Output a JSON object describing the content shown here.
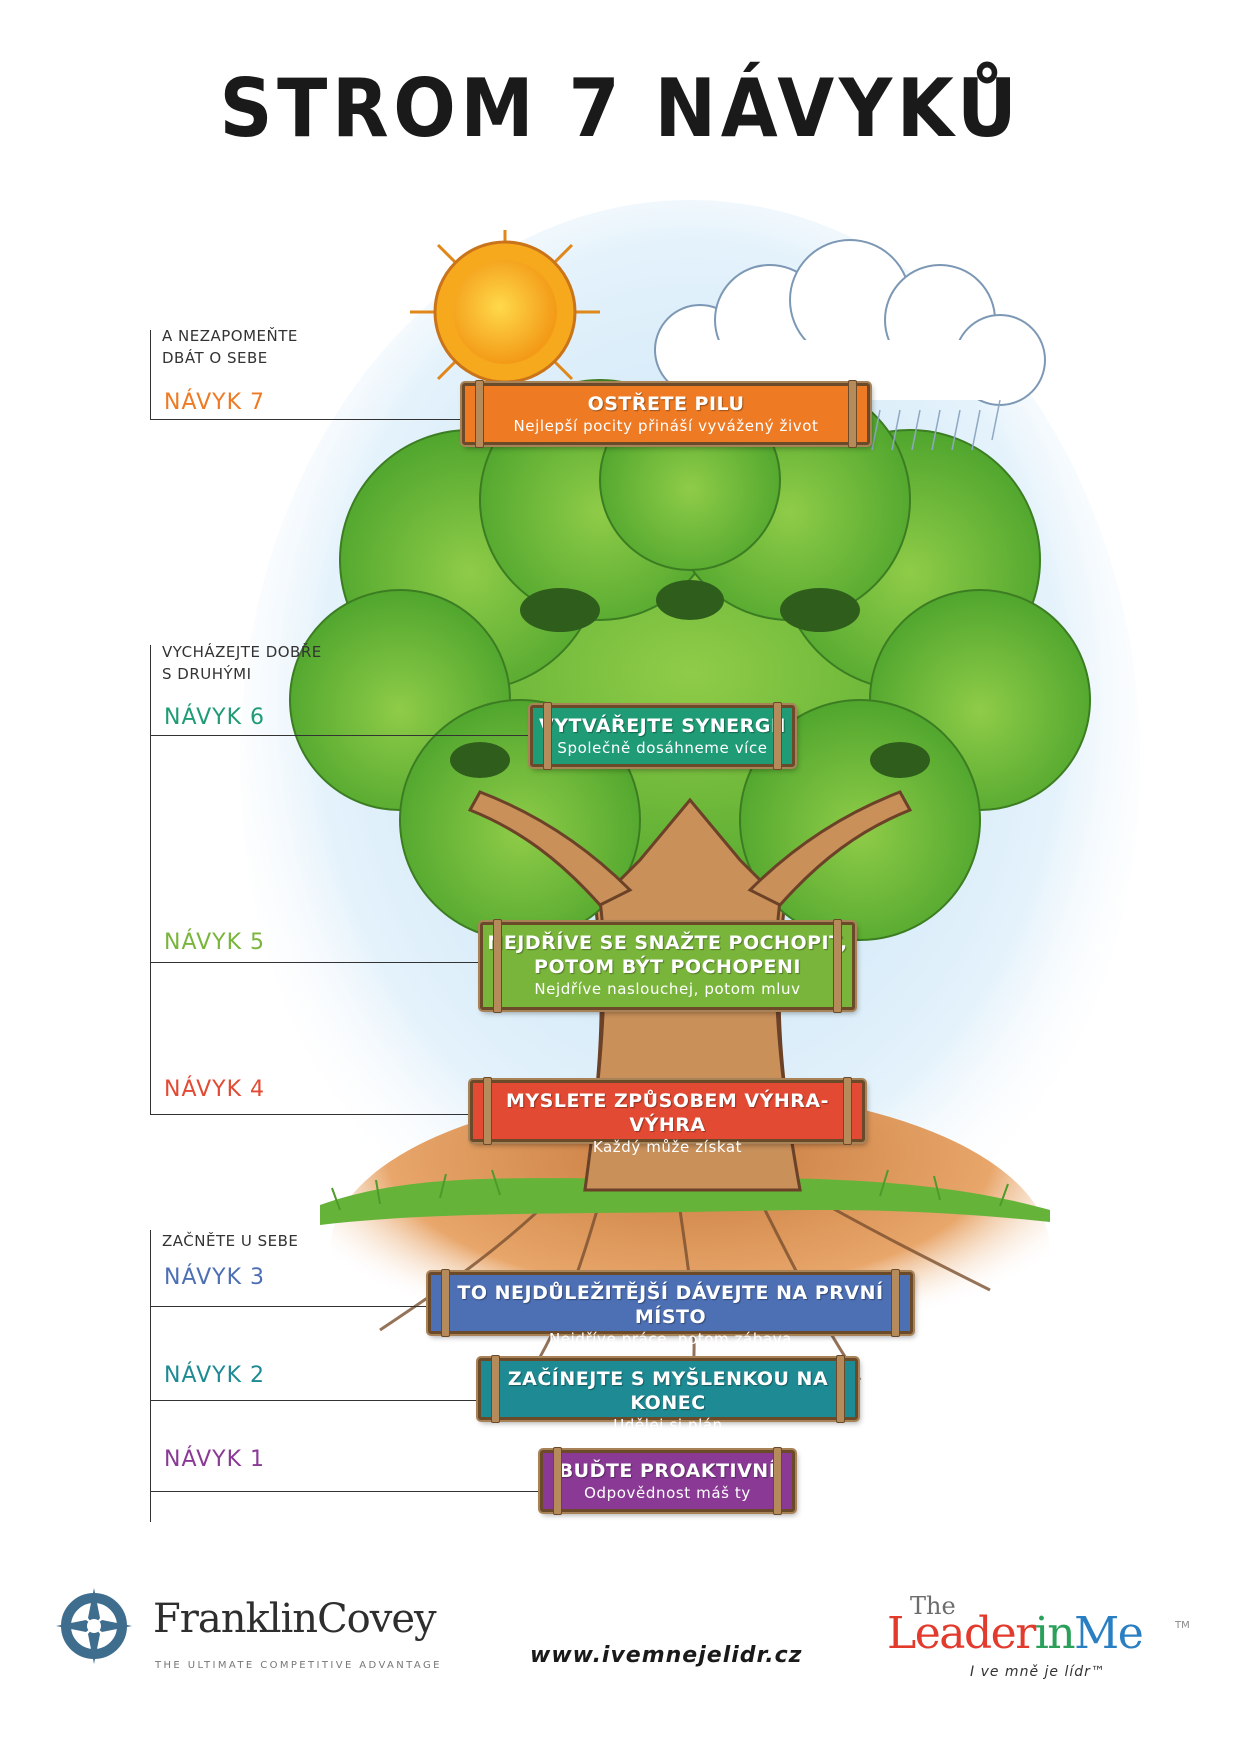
{
  "title": "STROM 7 NÁVYKŮ",
  "groups": [
    {
      "label": "A NEZAPOMEŇTE DBÁT O SEBE"
    },
    {
      "label": "VYCHÁZEJTE DOBŘE S DRUHÝMI"
    },
    {
      "label": "ZAČNĚTE U SEBE"
    }
  ],
  "habits": [
    {
      "number_label": "NÁVYK 7",
      "title": "OSTŘETE PILU",
      "subtitle": "Nejlepší pocity přináší vyvážený život",
      "color": "#ee7a24"
    },
    {
      "number_label": "NÁVYK 6",
      "title": "VYTVÁŘEJTE SYNERGII",
      "subtitle": "Společně dosáhneme více",
      "color": "#1f9c75"
    },
    {
      "number_label": "NÁVYK 5",
      "title": "NEJDŘÍVE SE SNAŽTE POCHOPIT,",
      "title2": "POTOM BÝT POCHOPENI",
      "subtitle": "Nejdříve naslouchej, potom mluv",
      "color": "#7ab53b"
    },
    {
      "number_label": "NÁVYK 4",
      "title": "MYSLETE ZPŮSOBEM VÝHRA-VÝHRA",
      "subtitle": "Každý může získat",
      "color": "#e24a33"
    },
    {
      "number_label": "NÁVYK 3",
      "title": "TO NEJDŮLEŽITĚJŠÍ DÁVEJTE NA PRVNÍ MÍSTO",
      "subtitle": "Nejdříve práce, potom zábava",
      "color": "#4d6fb4"
    },
    {
      "number_label": "NÁVYK 2",
      "title": "ZAČÍNEJTE S MYŠLENKOU NA KONEC",
      "subtitle": "Udělej si plán",
      "color": "#1e8a93"
    },
    {
      "number_label": "NÁVYK 1",
      "title": "BUĎTE PROAKTIVNÍ",
      "subtitle": "Odpovědnost máš ty",
      "color": "#8a3a95"
    }
  ],
  "footer": {
    "brand_left": "FranklinCovey",
    "brand_left_tagline": "THE ULTIMATE COMPETITIVE ADVANTAGE",
    "url": "www.ivemnejelidr.cz",
    "brand_right_the": "The",
    "brand_right_leader": "Leader",
    "brand_right_in": "in",
    "brand_right_me": "Me",
    "brand_right_tm": "TM",
    "brand_right_sub": "I ve mně je lídr™"
  },
  "colors": {
    "leaves": "#5fb336",
    "trunk": "#c9905a",
    "sun": "#f7b51d",
    "sky": "#d6ecf8",
    "soil": "#d98b4c",
    "grass": "#66b33a",
    "leader_red": "#e23b2e",
    "leader_green": "#2aa05a",
    "leader_blue": "#2a7fc2"
  },
  "icons": [
    "compass-logo-icon",
    "sun-icon",
    "cloud-icon",
    "tree-icon"
  ]
}
